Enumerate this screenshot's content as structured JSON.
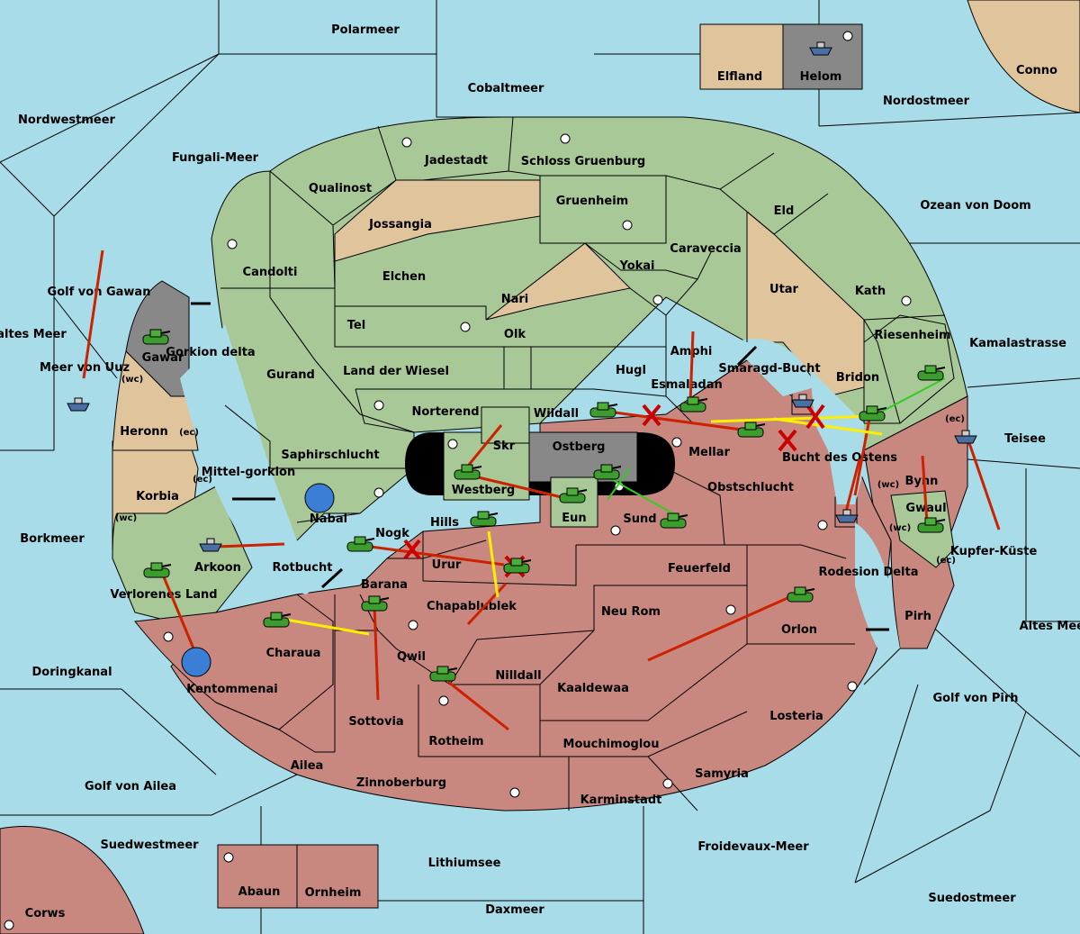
{
  "colors": {
    "sea": "#a8dce8",
    "green_power": "#a8c898",
    "red_power": "#c88880",
    "neutral": "#e0c49c",
    "impassable": "#888888",
    "attack_arrow": "#cc2200",
    "support_arrow": "#ffee00",
    "convoy_arrow": "#33cc22"
  },
  "seas": [
    {
      "id": "polarmeer",
      "name": "Polarmeer"
    },
    {
      "id": "cobaltmeer",
      "name": "Cobaltmeer"
    },
    {
      "id": "nordwestmeer",
      "name": "Nordwestmeer"
    },
    {
      "id": "fungali",
      "name": "Fungali-Meer"
    },
    {
      "id": "nordostmeer",
      "name": "Nordostmeer"
    },
    {
      "id": "ozean",
      "name": "Ozean von Doom"
    },
    {
      "id": "golf-gawan",
      "name": "Golf von Gawan"
    },
    {
      "id": "kaltes",
      "name": "Kaltes Meer"
    },
    {
      "id": "meer-uuz",
      "name": "Meer von Uuz"
    },
    {
      "id": "gorkion",
      "name": "Gorkion delta"
    },
    {
      "id": "mittelgorkion",
      "name": "Mittel-gorkion"
    },
    {
      "id": "borkmeer",
      "name": "Borkmeer"
    },
    {
      "id": "rotbucht",
      "name": "Rotbucht"
    },
    {
      "id": "doringkanal",
      "name": "Doringkanal"
    },
    {
      "id": "golf-ailea",
      "name": "Golf von Ailea"
    },
    {
      "id": "suedwestmeer",
      "name": "Suedwestmeer"
    },
    {
      "id": "lithiumsee",
      "name": "Lithiumsee"
    },
    {
      "id": "daxmeer",
      "name": "Daxmeer"
    },
    {
      "id": "froidevaux",
      "name": "Froidevaux-Meer"
    },
    {
      "id": "suedostmeer",
      "name": "Suedostmeer"
    },
    {
      "id": "golf-pirh",
      "name": "Golf von Pirh"
    },
    {
      "id": "altes",
      "name": "Altes Meer"
    },
    {
      "id": "kupfer",
      "name": "Kupfer-Küste"
    },
    {
      "id": "teisee",
      "name": "Teisee"
    },
    {
      "id": "kamalastrasse",
      "name": "Kamalastrasse"
    },
    {
      "id": "smaragd",
      "name": "Smaragd-Bucht"
    },
    {
      "id": "bucht-ostens",
      "name": "Bucht des Ostens"
    },
    {
      "id": "rodesion",
      "name": "Rodesion Delta"
    }
  ],
  "lands": [
    {
      "id": "jadestadt",
      "name": "Jadestadt"
    },
    {
      "id": "schloss",
      "name": "Schloss Gruenburg"
    },
    {
      "id": "qualinost",
      "name": "Qualinost"
    },
    {
      "id": "jossangia",
      "name": "Jossangia"
    },
    {
      "id": "gruenheim",
      "name": "Gruenheim"
    },
    {
      "id": "eld",
      "name": "Eld"
    },
    {
      "id": "candolti",
      "name": "Candolti"
    },
    {
      "id": "elchen",
      "name": "Elchen"
    },
    {
      "id": "caraveccia",
      "name": "Caraveccia"
    },
    {
      "id": "yokai",
      "name": "Yokai"
    },
    {
      "id": "nari",
      "name": "Nari"
    },
    {
      "id": "utar",
      "name": "Utar"
    },
    {
      "id": "kath",
      "name": "Kath"
    },
    {
      "id": "tel",
      "name": "Tel"
    },
    {
      "id": "olk",
      "name": "Olk"
    },
    {
      "id": "riesenheim",
      "name": "Riesenheim"
    },
    {
      "id": "gurand",
      "name": "Gurand"
    },
    {
      "id": "land-wiesel",
      "name": "Land der Wiesel"
    },
    {
      "id": "hugl",
      "name": "Hugl"
    },
    {
      "id": "amphi",
      "name": "Amphi"
    },
    {
      "id": "bridon",
      "name": "Bridon"
    },
    {
      "id": "esmaladan",
      "name": "Esmaladan"
    },
    {
      "id": "norterend",
      "name": "Norterend"
    },
    {
      "id": "wildall",
      "name": "Wildall"
    },
    {
      "id": "saphirschlucht",
      "name": "Saphirschlucht"
    },
    {
      "id": "skr",
      "name": "Skr"
    },
    {
      "id": "ostberg",
      "name": "Ostberg"
    },
    {
      "id": "mellar",
      "name": "Mellar"
    },
    {
      "id": "westberg",
      "name": "Westberg"
    },
    {
      "id": "obstschlucht",
      "name": "Obstschlucht"
    },
    {
      "id": "eun",
      "name": "Eun"
    },
    {
      "id": "sund",
      "name": "Sund"
    },
    {
      "id": "nabai",
      "name": "Nabai"
    },
    {
      "id": "hills",
      "name": "Hills"
    },
    {
      "id": "nogk",
      "name": "Nogk"
    },
    {
      "id": "urur",
      "name": "Urur"
    },
    {
      "id": "feuerfeld",
      "name": "Feuerfeld"
    },
    {
      "id": "barana",
      "name": "Barana"
    },
    {
      "id": "chapablublek",
      "name": "Chapablublek"
    },
    {
      "id": "neu-rom",
      "name": "Neu Rom"
    },
    {
      "id": "orlon",
      "name": "Orlon"
    },
    {
      "id": "charaua",
      "name": "Charaua"
    },
    {
      "id": "qwil",
      "name": "Qwil"
    },
    {
      "id": "nilldall",
      "name": "Nilldall"
    },
    {
      "id": "kaaldewaa",
      "name": "Kaaldewaa"
    },
    {
      "id": "losteria",
      "name": "Losteria"
    },
    {
      "id": "kentommenai",
      "name": "Kentommenai"
    },
    {
      "id": "sottovia",
      "name": "Sottovia"
    },
    {
      "id": "rotheim",
      "name": "Rotheim"
    },
    {
      "id": "mouchimoglou",
      "name": "Mouchimoglou"
    },
    {
      "id": "samyria",
      "name": "Samyria"
    },
    {
      "id": "ailea",
      "name": "Ailea"
    },
    {
      "id": "zinnoberburg",
      "name": "Zinnoberburg"
    },
    {
      "id": "karminstadt",
      "name": "Karminstadt"
    },
    {
      "id": "gawar",
      "name": "Gawar"
    },
    {
      "id": "heronn",
      "name": "Heronn"
    },
    {
      "id": "korbia",
      "name": "Korbia"
    },
    {
      "id": "arkoon",
      "name": "Arkoon"
    },
    {
      "id": "verlorenes",
      "name": "Verlorenes Land"
    },
    {
      "id": "bynn",
      "name": "Bynn"
    },
    {
      "id": "gwaul",
      "name": "Gwaul"
    },
    {
      "id": "pirh",
      "name": "Pirh"
    },
    {
      "id": "elfland",
      "name": "Elfland"
    },
    {
      "id": "helom",
      "name": "Helom"
    },
    {
      "id": "conno",
      "name": "Conno"
    },
    {
      "id": "corws",
      "name": "Corws"
    },
    {
      "id": "abaun",
      "name": "Abaun"
    },
    {
      "id": "ornheim",
      "name": "Ornheim"
    }
  ],
  "coast_tags": {
    "wc": "(wc)",
    "ec": "(ec)"
  },
  "units": {
    "army_icon": "tank-icon",
    "fleet_icon": "ship-icon"
  }
}
